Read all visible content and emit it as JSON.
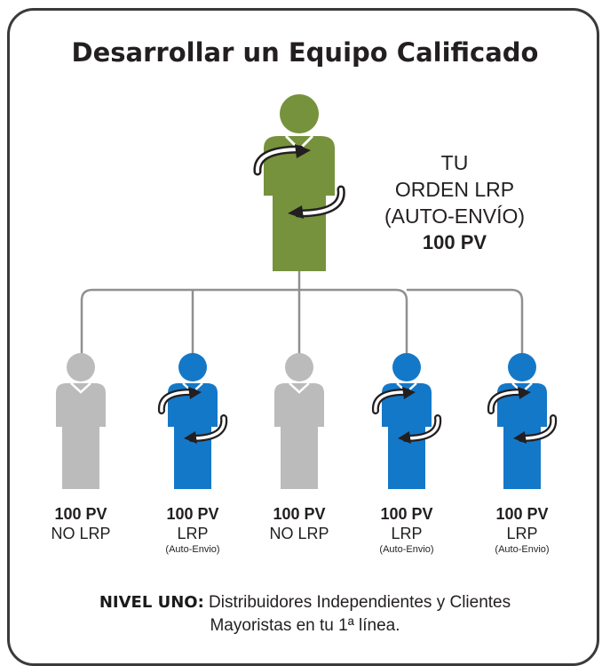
{
  "title": "Desarrollar un Equipo Calificado",
  "top": {
    "line1": "TU",
    "line2": "ORDEN LRP",
    "line3": "(AUTO-ENVÍO)",
    "pv": "100 PV",
    "color": "#76923c"
  },
  "colors": {
    "gray": "#bbbbbb",
    "blue": "#1478c8",
    "connector": "#909090",
    "arrow": "#231f20"
  },
  "children": [
    {
      "pv": "100 PV",
      "status": "NO LRP",
      "sub": "",
      "figure": "gray-person-icon"
    },
    {
      "pv": "100 PV",
      "status": "LRP",
      "sub": "(Auto-Envio)",
      "figure": "blue-person-autoship-icon"
    },
    {
      "pv": "100 PV",
      "status": "NO LRP",
      "sub": "",
      "figure": "gray-person-icon"
    },
    {
      "pv": "100 PV",
      "status": "LRP",
      "sub": "(Auto-Envio)",
      "figure": "blue-person-autoship-icon"
    },
    {
      "pv": "100 PV",
      "status": "LRP",
      "sub": "(Auto-Envio)",
      "figure": "blue-person-autoship-icon"
    }
  ],
  "footer": {
    "level": "NIVEL UNO:",
    "line1": "Distribuidores Independientes y Clientes",
    "line2": "Mayoristas en tu 1ª línea."
  }
}
